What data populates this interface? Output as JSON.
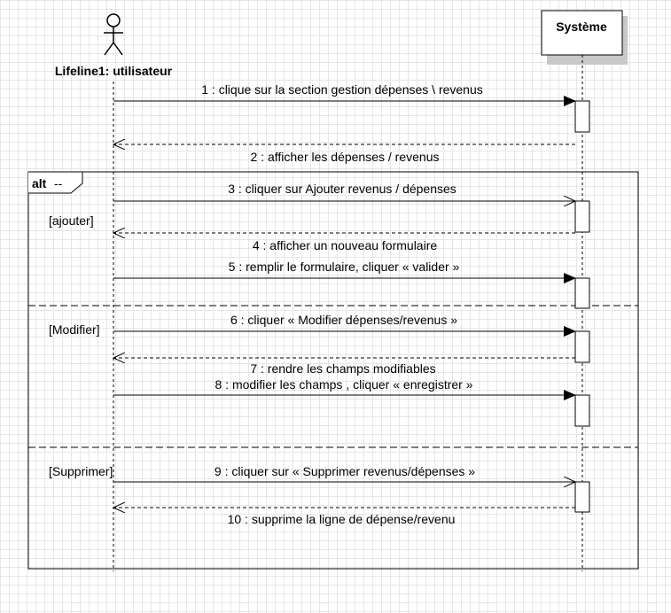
{
  "actor": {
    "label": "Lifeline1: utilisateur"
  },
  "system": {
    "label": "Système"
  },
  "fragment": {
    "operator": "alt",
    "operator_suffix": "--",
    "guards": [
      "[ajouter]",
      "[Modifier]",
      "[Supprimer]"
    ]
  },
  "messages": [
    {
      "label": "1 : clique sur la section  gestion dépenses \\ revenus",
      "kind": "sync"
    },
    {
      "label": "2 : afficher les dépenses / revenus",
      "kind": "return"
    },
    {
      "label": "3 : cliquer sur Ajouter revenus / dépenses",
      "kind": "async"
    },
    {
      "label": "4 : afficher un nouveau formulaire",
      "kind": "return"
    },
    {
      "label": "5 : remplir le formulaire, cliquer « valider »",
      "kind": "sync"
    },
    {
      "label": "6 : cliquer « Modifier dépenses/revenus »",
      "kind": "sync"
    },
    {
      "label": "7 : rendre les champs modifiables",
      "kind": "return"
    },
    {
      "label": "8 : modifier les champs , cliquer « enregistrer »",
      "kind": "sync"
    },
    {
      "label": "9 : cliquer  sur « Supprimer revenus/dépenses »",
      "kind": "async"
    },
    {
      "label": "10 : supprime la ligne de dépense/revenu",
      "kind": "return"
    }
  ],
  "colors": {
    "line": "#000000",
    "background": "#ffffff",
    "grid": "#e6e6e6"
  }
}
